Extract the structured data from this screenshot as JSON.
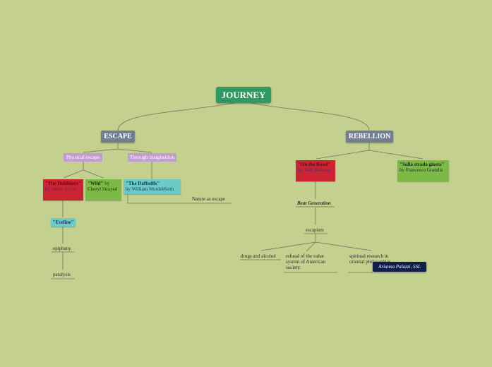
{
  "map": {
    "root": "JOURNEY",
    "escape": "ESCAPE",
    "rebellion": "REBELLION",
    "physical_escape": "Physical escape",
    "through_imagination": "Through imagination",
    "dubliners_title": "\"The Dubliners\"",
    "dubliners_by": " by James Joyce",
    "wild_title": "\"Wild\"",
    "wild_by": " by Cheryl Strayed",
    "daffodils_title": "\"The Daffodils\"",
    "daffodils_by": "by William WordsWorth",
    "nature_as_escape": "Nature as escape",
    "eveline": "\"Eveline\"",
    "epiphany": "epiphany",
    "paralysis": "paralysis",
    "on_the_road_title": "\"On the Road\"",
    "on_the_road_by": " by Jack Kerouac",
    "sulla_strada_title": "\"Sulla strada giusta\"",
    "sulla_strada_by": " by Francesco Grandis",
    "beat_generation": "Beat Generation",
    "escapism": "escapism",
    "drugs": "drugs and alcohol",
    "refusal": "refusal of the value system of American society.",
    "spiritual": "spiritual research in oriental philosophies",
    "author": "Arianna Palazzi, 5SL"
  },
  "colors": {
    "background": "#c4d08d",
    "root": "#2e9a63",
    "main_topic": "#737d91",
    "subtopic": "#c49bd3",
    "red_book": "#cc2433",
    "green_book": "#7bbb45",
    "teal_book": "#6ccbc6",
    "badge": "#0d1f4a"
  }
}
